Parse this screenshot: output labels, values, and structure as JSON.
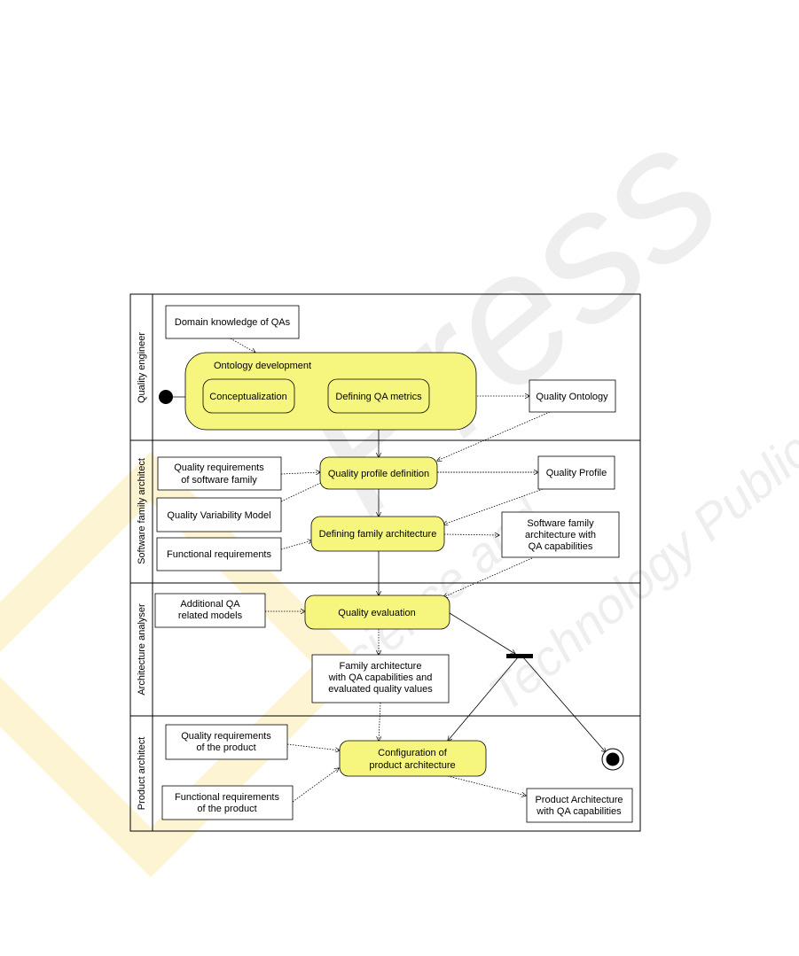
{
  "watermark": {
    "brand": "Press",
    "line1": "Science and",
    "line2": "Technology Publications"
  },
  "lanes": {
    "quality_engineer": "Quality engineer",
    "software_family_architect": "Software family architect",
    "architecture_analyser": "Architecture analyser",
    "product_architect": "Product architect"
  },
  "activities": {
    "ontology_development": "Ontology development",
    "conceptualization": "Conceptualization",
    "defining_qa_metrics": "Defining QA metrics",
    "quality_profile_definition": "Quality profile definition",
    "defining_family_architecture": "Defining family architecture",
    "quality_evaluation": "Quality evaluation",
    "configuration_line1": "Configuration of",
    "configuration_line2": "product architecture"
  },
  "artifacts": {
    "domain_knowledge": "Domain knowledge of QAs",
    "quality_ontology": "Quality Ontology",
    "quality_req_family_1": "Quality requirements",
    "quality_req_family_2": "of software family",
    "quality_variability_model": "Quality Variability Model",
    "functional_requirements": "Functional requirements",
    "quality_profile": "Quality Profile",
    "family_arch_qa_1": "Software family",
    "family_arch_qa_2": "architecture with",
    "family_arch_qa_3": "QA capabilities",
    "additional_qa_1": "Additional QA",
    "additional_qa_2": "related models",
    "family_eval_1": "Family architecture",
    "family_eval_2": "with QA capabilities and",
    "family_eval_3": "evaluated quality values",
    "quality_req_product_1": "Quality requirements",
    "quality_req_product_2": "of the product",
    "functional_req_product_1": "Functional requirements",
    "functional_req_product_2": "of the product",
    "product_arch_1": "Product Architecture",
    "product_arch_2": "with QA capabilities"
  },
  "colors": {
    "activity_fill": "#f6f67e",
    "activity_stroke": "#000000",
    "artifact_fill": "#ffffff",
    "watermark": "#e6e6e6",
    "watermark_logo": "#f7e7a6"
  }
}
